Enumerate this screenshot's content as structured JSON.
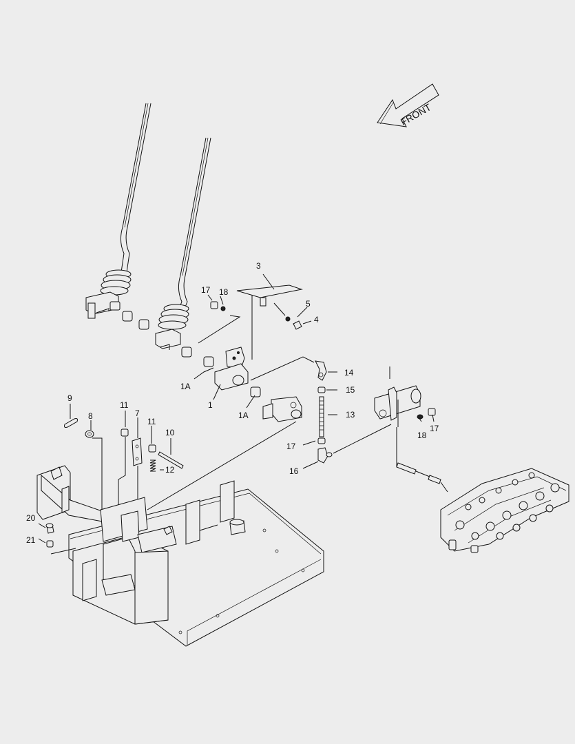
{
  "direction_label": "FRONT",
  "callouts": {
    "c1": "1",
    "c1a_left": "1A",
    "c1a_right": "1A",
    "c3": "3",
    "c4": "4",
    "c5": "5",
    "c7": "7",
    "c8": "8",
    "c9": "9",
    "c10": "10",
    "c11_left": "11",
    "c11_right": "11",
    "c12": "12",
    "c13": "13",
    "c14": "14",
    "c15": "15",
    "c16": "16",
    "c17_top": "17",
    "c17_mid": "17",
    "c17_right": "17",
    "c18_top": "18",
    "c18_right": "18",
    "c20": "20",
    "c21": "21"
  }
}
